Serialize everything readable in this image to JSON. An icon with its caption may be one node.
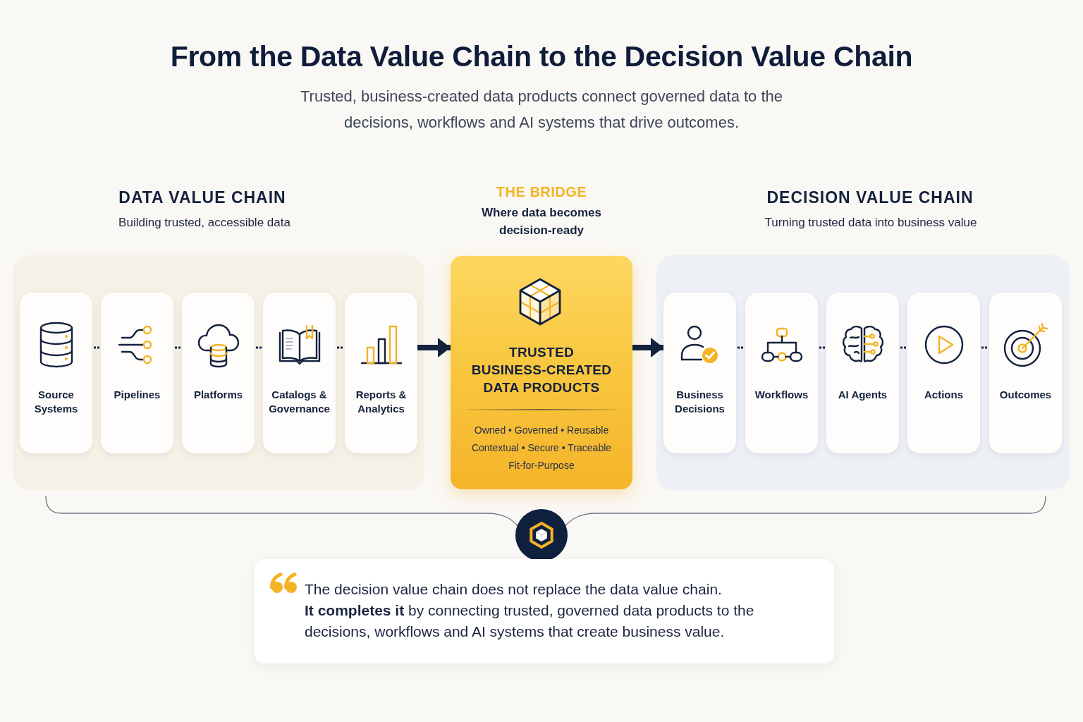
{
  "diagram": {
    "title": "From the Data Value Chain to the Decision Value Chain",
    "nodes": [
      {
        "text": [
          "DATA VALUE CHAIN",
          "Building trusted, accessible data"
        ]
      },
      {
        "text": [
          "Source Systems"
        ],
        "in": 0
      },
      {
        "text": [
          "Pipelines"
        ],
        "in": 0
      },
      {
        "text": [
          "Platforms"
        ],
        "in": 0
      },
      {
        "text": [
          "Catalogs & Governance"
        ],
        "in": 0
      },
      {
        "text": [
          "Reports & Analytics"
        ],
        "in": 0
      },
      {
        "text": [
          "THE BRIDGE",
          "Where data becomes decision-ready",
          "TRUSTED BUSINESS-CREATED DATA PRODUCTS",
          "Owned • Governed • Reusable Contextual • Secure • Traceable Fit-for-Purpose"
        ]
      },
      {
        "text": [
          "DECISION VALUE CHAIN",
          "Turning trusted data into business value"
        ]
      },
      {
        "text": [
          "Business Decisions"
        ],
        "in": 7
      },
      {
        "text": [
          "Workflows"
        ],
        "in": 7
      },
      {
        "text": [
          "AI Agents"
        ],
        "in": 7
      },
      {
        "text": [
          "Actions"
        ],
        "in": 7
      },
      {
        "text": [
          "Outcomes"
        ],
        "in": 7
      },
      {
        "text": [
          "The decision value chain does not replace the data value chain.",
          "**It completes it** by connecting trusted, governed data products to the decisions, workflows and AI systems that create business value."
        ]
      }
    ],
    "edges": [
      {
        "from": 1,
        "to": 2,
        "arrow": "none",
        "style": "dashed"
      },
      {
        "from": 2,
        "to": 3,
        "arrow": "none",
        "style": "dashed"
      },
      {
        "from": 3,
        "to": 4,
        "arrow": "none",
        "style": "dashed"
      },
      {
        "from": 4,
        "to": 5,
        "arrow": "none",
        "style": "dashed"
      },
      {
        "from": 5,
        "to": 6,
        "arrow": "to",
        "style": "thick"
      },
      {
        "from": 6,
        "to": 8,
        "arrow": "to",
        "style": "thick"
      },
      {
        "from": 8,
        "to": 9,
        "arrow": "none",
        "style": "dashed"
      },
      {
        "from": 9,
        "to": 10,
        "arrow": "none",
        "style": "dashed"
      },
      {
        "from": 10,
        "to": 11,
        "arrow": "none",
        "style": "dashed"
      },
      {
        "from": 11,
        "to": 12,
        "arrow": "none",
        "style": "dashed"
      }
    ],
    "labels": [
      "Trusted, business-created data products connect governed data to the decisions, workflows and AI systems that drive outcomes."
    ]
  }
}
